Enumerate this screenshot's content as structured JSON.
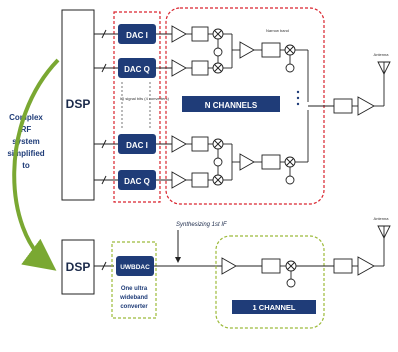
{
  "colors": {
    "dac_blue": "#1f3c78",
    "red_dashed": "#d9232d",
    "green_dashed": "#9cba3a",
    "arrow_green": "#7aa832",
    "block_fill": "#ffffff",
    "line": "#222222"
  },
  "top_system": {
    "dsp_label": "DSP",
    "dac_labels": [
      "DAC I",
      "DAC Q",
      "DAC I",
      "DAC Q"
    ],
    "channels_label": "N CHANNELS",
    "antenna_label": "Antenna",
    "dac_group_caption": "IQ signal bits (4 converters)",
    "narrow_band_label": "Narrow band"
  },
  "left_caption": {
    "line1": "Complex",
    "line2": "RF",
    "line3": "system",
    "line4": "simplified",
    "line5": "to"
  },
  "bottom_system": {
    "dsp_label": "DSP",
    "uwbdac_label": "UWBDAC",
    "synth_label": "Synthesizing 1st IF",
    "converter_caption_1": "One ultra",
    "converter_caption_2": "wideband",
    "converter_caption_3": "converter",
    "channels_label": "1 CHANNEL",
    "antenna_label": "Antenna"
  }
}
